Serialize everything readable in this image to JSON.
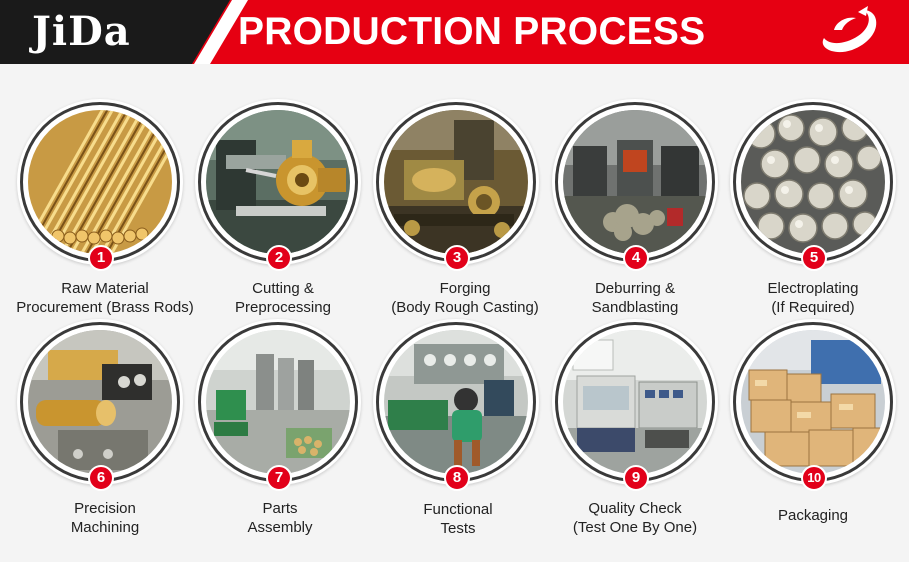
{
  "header": {
    "logo": "JiDa",
    "title": "PRODUCTION PROCESS",
    "brand_icon": "swoosh-logo-icon",
    "colors": {
      "red": "#e60012",
      "black": "#1a1a1a",
      "white": "#ffffff"
    }
  },
  "steps": [
    {
      "number": "1",
      "line1": "Raw Material",
      "line2": "Procurement (Brass Rods)",
      "photo": "brass-rods-photo"
    },
    {
      "number": "2",
      "line1": "Cutting &",
      "line2": "Preprocessing",
      "photo": "cutting-machine-photo"
    },
    {
      "number": "3",
      "line1": "Forging",
      "line2": "(Body Rough Casting)",
      "photo": "forging-press-photo"
    },
    {
      "number": "4",
      "line1": "Deburring &",
      "line2": "Sandblasting",
      "photo": "deburring-workshop-photo"
    },
    {
      "number": "5",
      "line1": "Electroplating",
      "line2": "(If Required)",
      "photo": "electroplated-parts-photo"
    },
    {
      "number": "6",
      "line1": "Precision",
      "line2": "Machining",
      "photo": "cnc-machining-photo"
    },
    {
      "number": "7",
      "line1": "Parts",
      "line2": "Assembly",
      "photo": "assembly-line-photo"
    },
    {
      "number": "8",
      "line1": "Functional",
      "line2": "Tests",
      "photo": "testing-station-photo"
    },
    {
      "number": "9",
      "line1": "Quality Check",
      "line2": "(Test One By One)",
      "photo": "quality-check-photo"
    },
    {
      "number": "10",
      "line1": "Packaging",
      "line2": "",
      "photo": "packaging-boxes-photo"
    }
  ]
}
